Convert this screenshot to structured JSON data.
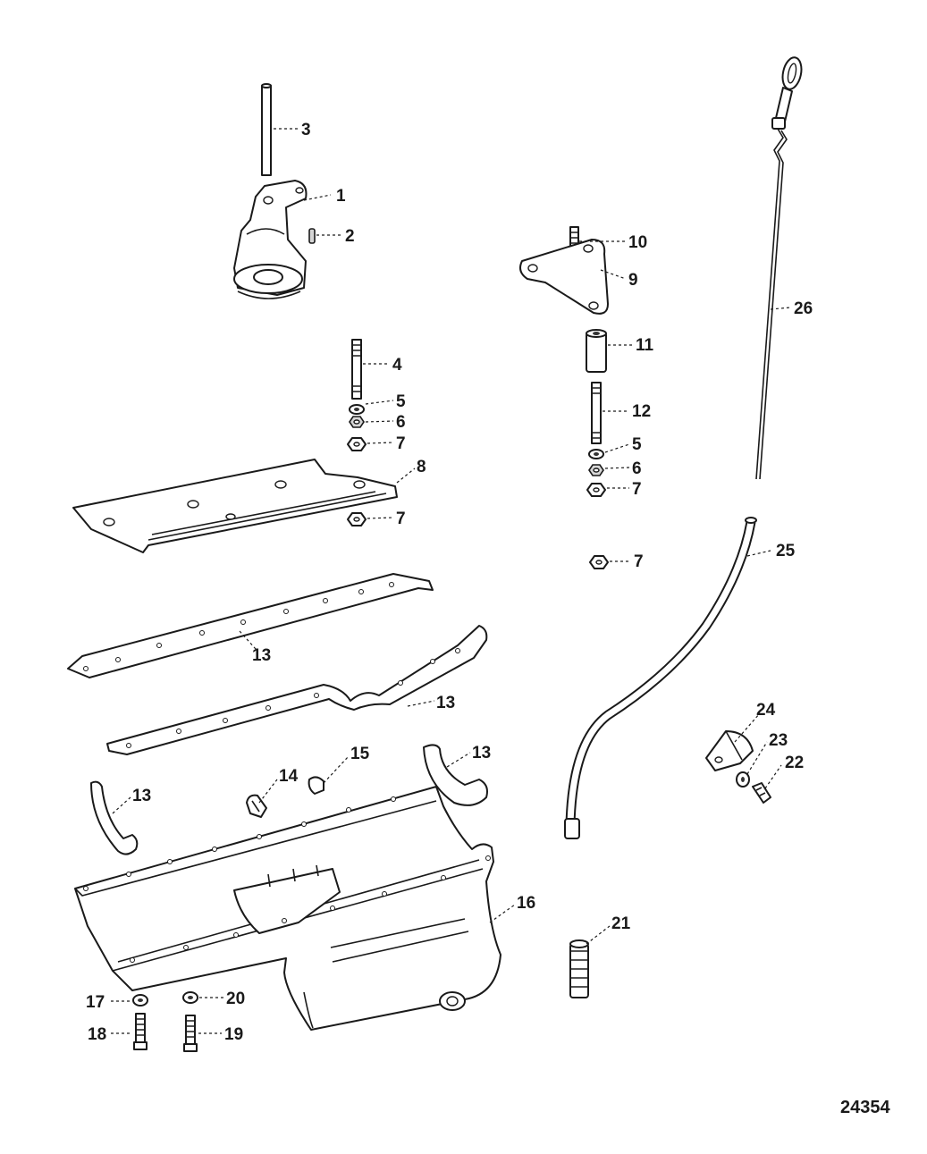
{
  "diagram_code": "24354",
  "callouts": [
    {
      "id": "c3",
      "label": "3"
    },
    {
      "id": "c1",
      "label": "1"
    },
    {
      "id": "c2",
      "label": "2"
    },
    {
      "id": "c4",
      "label": "4"
    },
    {
      "id": "c5a",
      "label": "5"
    },
    {
      "id": "c6a",
      "label": "6"
    },
    {
      "id": "c7a",
      "label": "7"
    },
    {
      "id": "c8",
      "label": "8"
    },
    {
      "id": "c7b",
      "label": "7"
    },
    {
      "id": "c10",
      "label": "10"
    },
    {
      "id": "c9",
      "label": "9"
    },
    {
      "id": "c11",
      "label": "11"
    },
    {
      "id": "c12",
      "label": "12"
    },
    {
      "id": "c5b",
      "label": "5"
    },
    {
      "id": "c6b",
      "label": "6"
    },
    {
      "id": "c7c",
      "label": "7"
    },
    {
      "id": "c7d",
      "label": "7"
    },
    {
      "id": "c26",
      "label": "26"
    },
    {
      "id": "c25",
      "label": "25"
    },
    {
      "id": "c13a",
      "label": "13"
    },
    {
      "id": "c13b",
      "label": "13"
    },
    {
      "id": "c13c",
      "label": "13"
    },
    {
      "id": "c13d",
      "label": "13"
    },
    {
      "id": "c14",
      "label": "14"
    },
    {
      "id": "c15",
      "label": "15"
    },
    {
      "id": "c24",
      "label": "24"
    },
    {
      "id": "c23",
      "label": "23"
    },
    {
      "id": "c22",
      "label": "22"
    },
    {
      "id": "c16",
      "label": "16"
    },
    {
      "id": "c21",
      "label": "21"
    },
    {
      "id": "c17",
      "label": "17"
    },
    {
      "id": "c20",
      "label": "20"
    },
    {
      "id": "c18",
      "label": "18"
    },
    {
      "id": "c19",
      "label": "19"
    }
  ]
}
